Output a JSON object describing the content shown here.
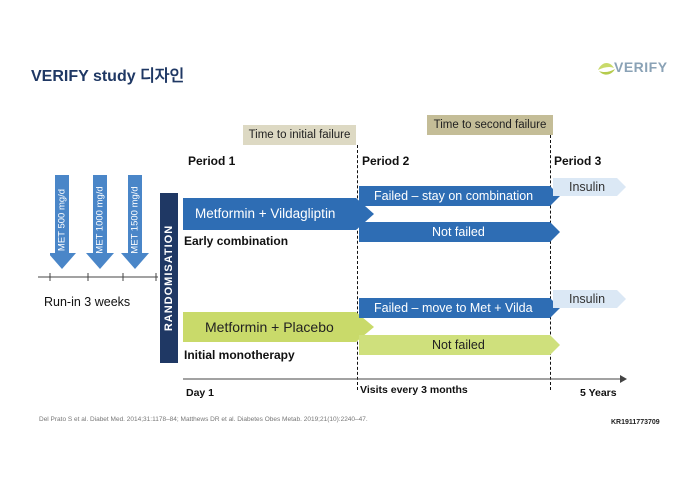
{
  "header": {
    "title": "VERIFY study 디자인",
    "logo_text": "VERIFY"
  },
  "tags": {
    "initial_failure": "Time to initial failure",
    "second_failure": "Time to second failure"
  },
  "periods": {
    "p1": "Period 1",
    "p2": "Period 2",
    "p3": "Period 3"
  },
  "run_in": {
    "doses": [
      "MET 500 mg/d",
      "MET 1000 mg/d",
      "MET 1500 mg/d"
    ],
    "label": "Run-in 3 weeks"
  },
  "randomisation": "RANDOMISATION",
  "arms": {
    "early": {
      "treatment": "Metformin + Vildagliptin",
      "name": "Early combination",
      "failed": "Failed – stay on combination",
      "not_failed": "Not failed",
      "insulin": "Insulin"
    },
    "mono": {
      "treatment": "Metformin + Placebo",
      "name": "Initial monotherapy",
      "failed": "Failed – move to Met + Vilda",
      "not_failed": "Not failed",
      "insulin": "Insulin"
    }
  },
  "timeline": {
    "start": "Day 1",
    "visits": "Visits  every 3 months",
    "end": "5 Years"
  },
  "reference": "Del Prato S et al. Diabet Med. 2014;31:1178–84; Matthews DR et al. Diabetes Obes Metab. 2019;21(10):2240–47.",
  "code": "KR1911773709",
  "colors": {
    "dark_blue": "#1f3864",
    "blue": "#2e6db4",
    "arrow_blue": "#4a86c8",
    "light_blue": "#dbe8f5",
    "green": "#c9da6a",
    "light_green": "#cfe07c",
    "tag_light": "#ddd9c3",
    "tag_dark": "#c4bd97"
  }
}
